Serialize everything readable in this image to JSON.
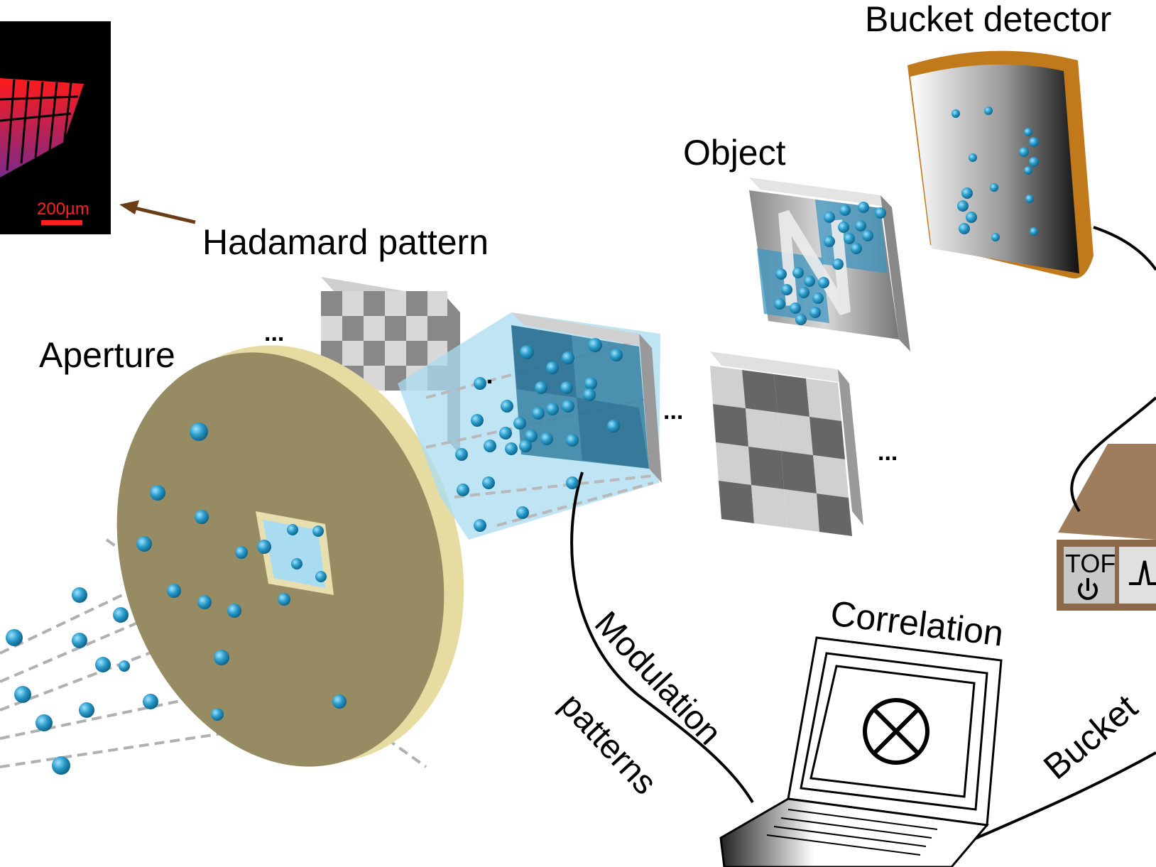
{
  "labels": {
    "bucket_detector": "Bucket detector",
    "object": "Object",
    "hadamard_pattern": "Hadamard pattern",
    "aperture": "Aperture",
    "correlation": "Correlation",
    "modulation": "Modulation",
    "patterns": "patterns",
    "bucket": "Bucket",
    "tof": "TOF",
    "scale": "200µm",
    "ellipsis": "..."
  },
  "colors": {
    "particle": "#2a9bc8",
    "aperture_face": "#968b62",
    "aperture_rim": "#e6dca2",
    "beam": "#a9dcf1",
    "detector_rim": "#c07a1c",
    "tof_box": "#8a6a48",
    "scale_red": "#ff2020",
    "arrow_brown": "#6b3d17"
  },
  "icons": {
    "correlation_symbol": "circle-cross-icon",
    "power": "power-icon"
  }
}
